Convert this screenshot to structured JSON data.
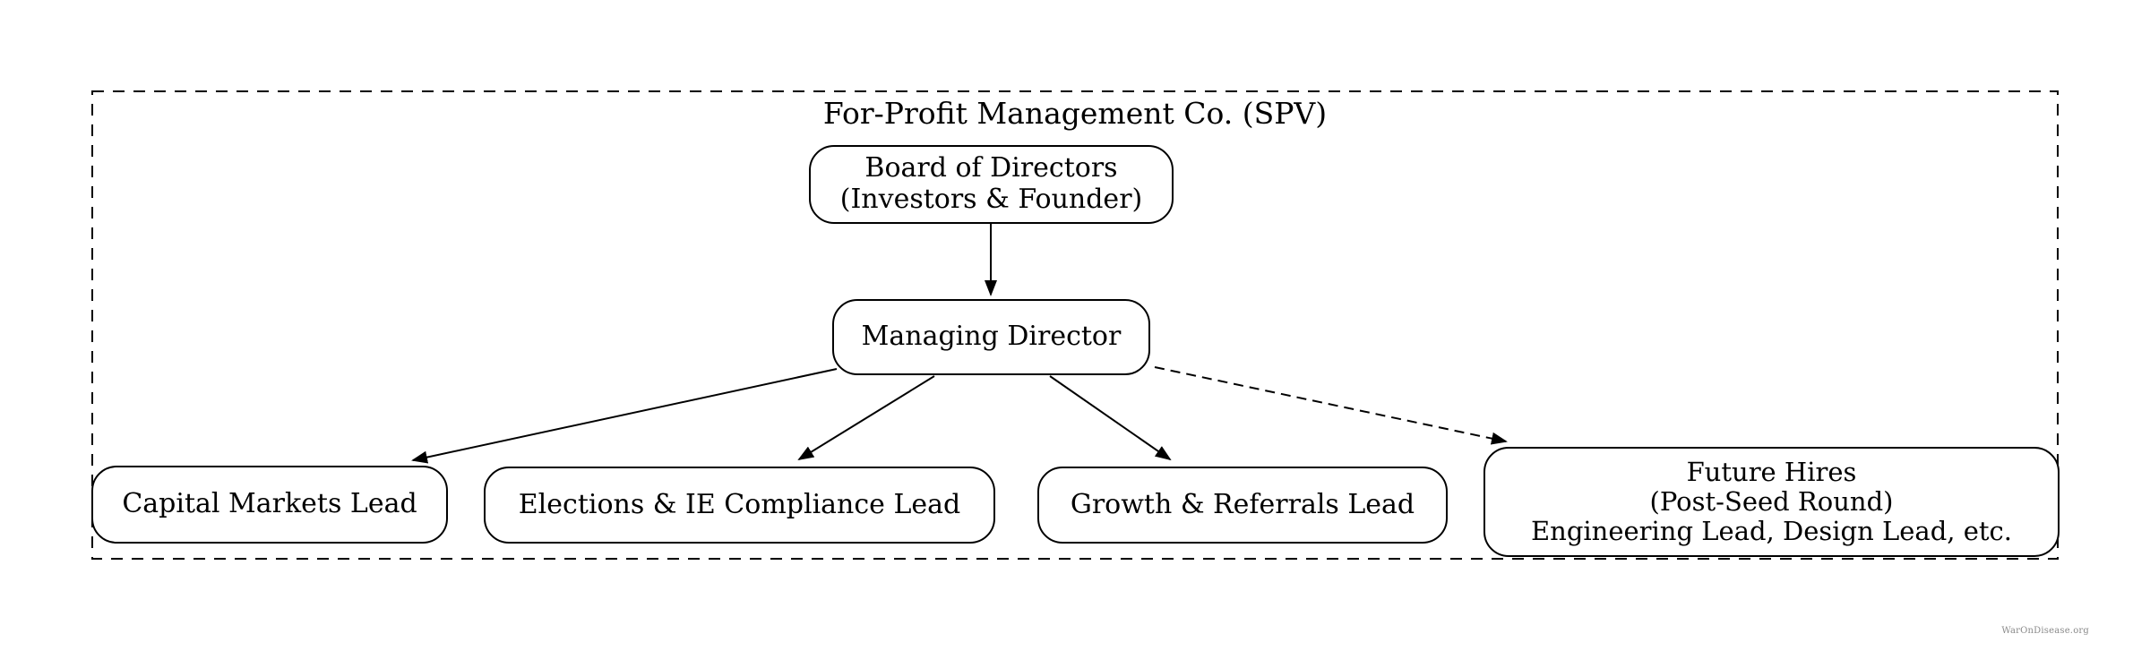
{
  "diagram": {
    "container_label": "For-Profit Management Co. (SPV)",
    "nodes": {
      "board": {
        "line1": "Board of Directors",
        "line2": "(Investors & Founder)"
      },
      "managing_director": {
        "label": "Managing Director"
      },
      "capital_markets": {
        "label": "Capital Markets Lead"
      },
      "elections_compliance": {
        "label": "Elections & IE Compliance Lead"
      },
      "growth_referrals": {
        "label": "Growth & Referrals Lead"
      },
      "future_hires": {
        "line1": "Future Hires",
        "line2": "(Post-Seed Round)",
        "line3": "Engineering Lead, Design Lead, etc."
      }
    },
    "edges": [
      {
        "from": "board",
        "to": "managing_director",
        "style": "solid"
      },
      {
        "from": "managing_director",
        "to": "capital_markets",
        "style": "solid"
      },
      {
        "from": "managing_director",
        "to": "elections_compliance",
        "style": "solid"
      },
      {
        "from": "managing_director",
        "to": "growth_referrals",
        "style": "solid"
      },
      {
        "from": "managing_director",
        "to": "future_hires",
        "style": "dashed"
      }
    ],
    "colors": {
      "stroke": "#000000",
      "node_fill": "#ffffff",
      "background": "#ffffff",
      "watermark_text": "#8a8a8a"
    },
    "watermark": "WarOnDisease.org"
  }
}
